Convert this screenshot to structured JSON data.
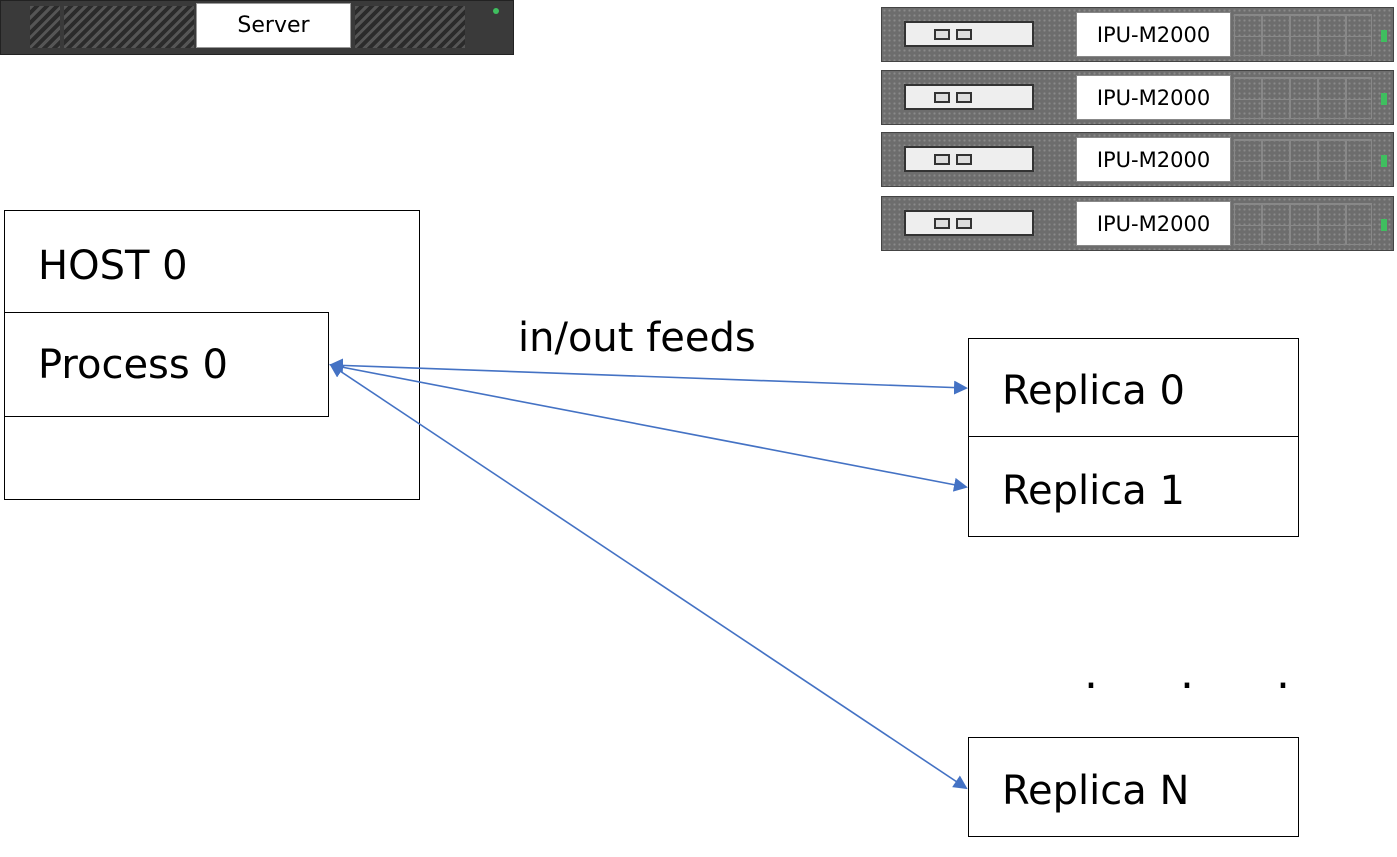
{
  "server": {
    "label": "Server"
  },
  "ipus": [
    {
      "label": "IPU-M2000"
    },
    {
      "label": "IPU-M2000"
    },
    {
      "label": "IPU-M2000"
    },
    {
      "label": "IPU-M2000"
    }
  ],
  "host": {
    "title": "HOST 0",
    "process": "Process 0"
  },
  "feeds_label": "in/out feeds",
  "replicas": [
    {
      "label": "Replica 0"
    },
    {
      "label": "Replica 1"
    },
    {
      "label": "Replica N"
    }
  ],
  "ellipsis": ". . .",
  "colors": {
    "arrow": "#4472C4",
    "box_border": "#000000"
  }
}
